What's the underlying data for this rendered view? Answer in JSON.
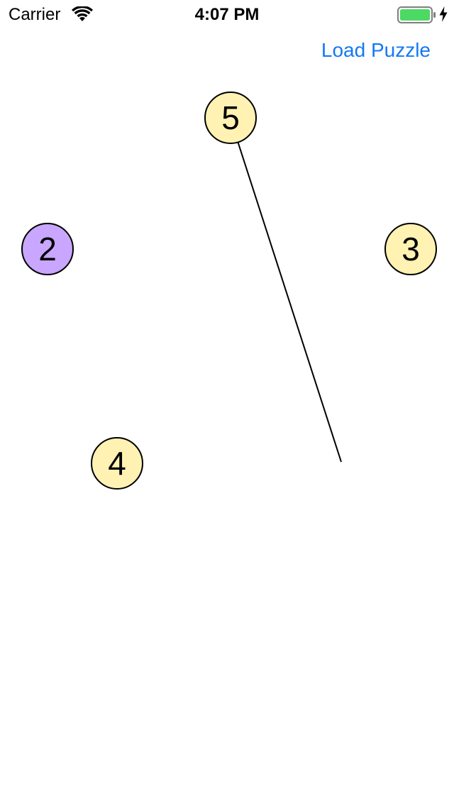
{
  "status_bar": {
    "carrier": "Carrier",
    "time": "4:07 PM",
    "icons": [
      "wifi-icon",
      "battery-icon",
      "charging-bolt-icon"
    ],
    "battery_color": "#4cd964"
  },
  "nav": {
    "load_puzzle_label": "Load Puzzle",
    "accent_color": "#1479f2"
  },
  "puzzle": {
    "nodes": [
      {
        "label": "5",
        "color": "#fff2b3",
        "selected": false
      },
      {
        "label": "2",
        "color": "#c9a6ff",
        "selected": true
      },
      {
        "label": "3",
        "color": "#fff2b3",
        "selected": false
      },
      {
        "label": "4",
        "color": "#fff2b3",
        "selected": false
      }
    ],
    "drag_line": {
      "from_node": "5",
      "stroke_color": "#000000"
    }
  }
}
